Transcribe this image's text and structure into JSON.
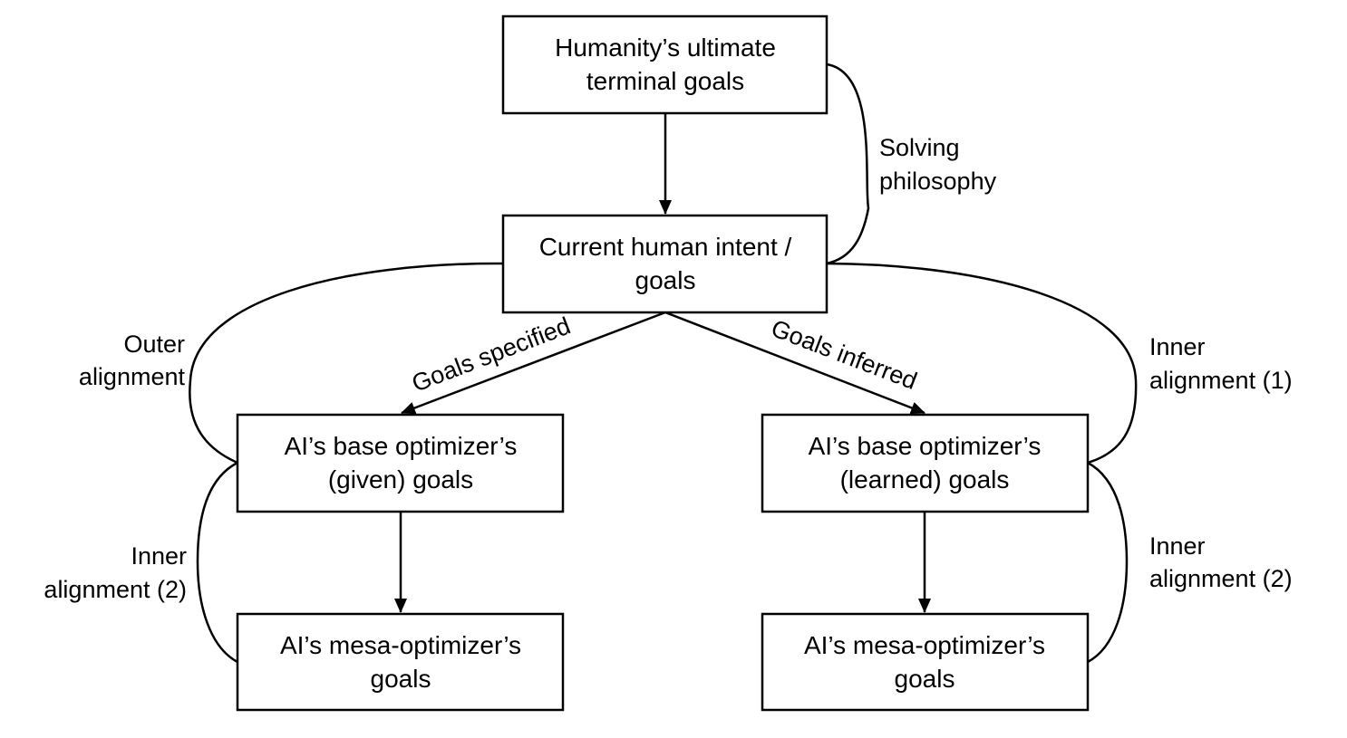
{
  "colors": {
    "stroke": "#000000",
    "background": "#ffffff",
    "text": "#000000"
  },
  "nodes": {
    "humanity": {
      "line1": "Humanity’s ultimate",
      "line2": "terminal goals"
    },
    "current": {
      "line1": "Current human intent /",
      "line2": "goals"
    },
    "base_given": {
      "line1": "AI’s base optimizer’s",
      "line2": "(given) goals"
    },
    "base_learned": {
      "line1": "AI’s base optimizer’s",
      "line2": "(learned) goals"
    },
    "mesa_left": {
      "line1": "AI’s mesa-optimizer’s",
      "line2": "goals"
    },
    "mesa_right": {
      "line1": "AI’s mesa-optimizer’s",
      "line2": "goals"
    }
  },
  "edge_labels": {
    "goals_specified": "Goals specified",
    "goals_inferred": "Goals inferred"
  },
  "relation_labels": {
    "solving_philosophy": {
      "line1": "Solving",
      "line2": "philosophy"
    },
    "outer_alignment": {
      "line1": "Outer",
      "line2": "alignment"
    },
    "inner_alignment_1": {
      "line1": "Inner",
      "line2": "alignment (1)"
    },
    "inner_alignment_2_left": {
      "line1": "Inner",
      "line2": "alignment (2)"
    },
    "inner_alignment_2_right": {
      "line1": "Inner",
      "line2": "alignment (2)"
    }
  }
}
